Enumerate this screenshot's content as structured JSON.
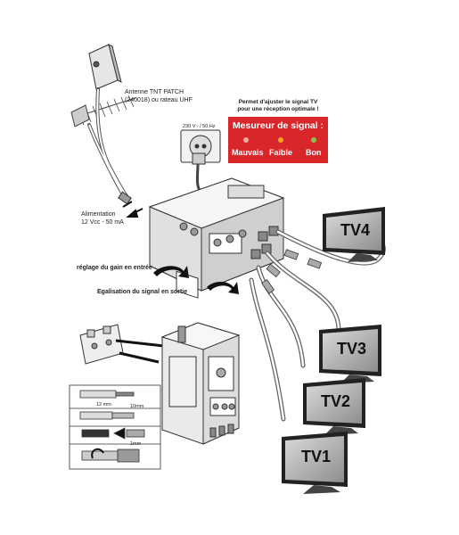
{
  "antenna_label": [
    "Antenne TNT PATCH",
    "(240018) ou rateau UHF"
  ],
  "power_socket_label": "230 V~ / 50 Hz",
  "adjust_note": [
    "Permet d'ajuster le signal TV",
    "pour une réception optimale !"
  ],
  "meter": {
    "title": "Mesureur de signal :",
    "levels": [
      {
        "label": "Mauvais",
        "color": "#f4a7a0"
      },
      {
        "label": "Faible",
        "color": "#f5a623"
      },
      {
        "label": "Bon",
        "color": "#8bc34a"
      }
    ]
  },
  "power_supply_label": [
    "Alimentation",
    "12 Vcc - 50 mA"
  ],
  "gain_label": "réglage du gain en entrée",
  "equalization_label": "Egalisation du signal en sortie",
  "tv_labels": [
    "TV4",
    "TV3",
    "TV2",
    "TV1"
  ],
  "cable_dims": [
    "12 mm",
    "10mm",
    "1mm"
  ]
}
